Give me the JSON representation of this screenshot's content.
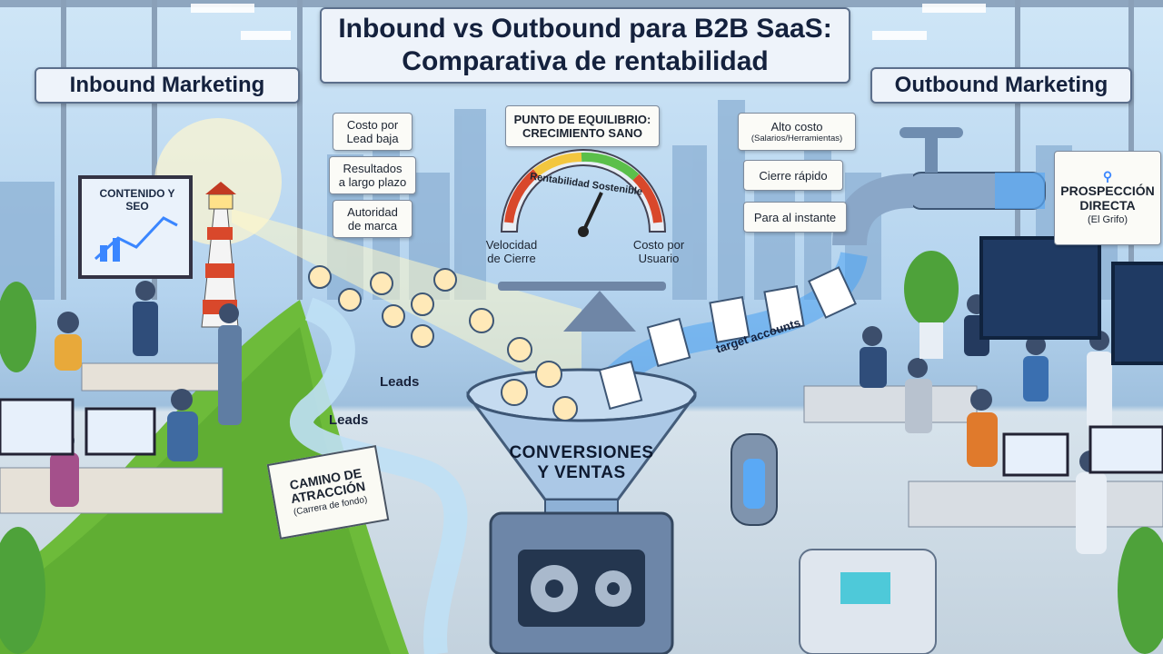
{
  "title": {
    "line1": "Inbound vs Outbound para B2B SaaS:",
    "line2": "Comparativa de rentabilidad"
  },
  "inbound": {
    "heading": "Inbound Marketing",
    "screen": "CONTENIDO Y SEO",
    "notes": [
      {
        "line1": "Costo por",
        "line2": "Lead baja"
      },
      {
        "line1": "Resultados",
        "line2": "a largo plazo"
      },
      {
        "line1": "Autoridad",
        "line2": "de marca"
      }
    ],
    "leads_labels": [
      "Leads",
      "Leads"
    ],
    "sign": {
      "line1": "CAMINO DE",
      "line2": "ATRACCIÓN",
      "sub": "(Carrera de fondo)"
    }
  },
  "outbound": {
    "heading": "Outbound Marketing",
    "notes": [
      {
        "line1": "Alto costo",
        "line2": "(Salarios/Herramientas)"
      },
      {
        "line1": "Cierre rápido"
      },
      {
        "line1": "Para al instante"
      }
    ],
    "screen": {
      "line1": "PROSPECCIÓN",
      "line2": "DIRECTA",
      "line3": "(El Grifo)"
    },
    "stream_label": "target accounts"
  },
  "balance": {
    "header": {
      "line1": "PUNTO DE EQUILIBRIO:",
      "line2": "CRECIMIENTO SANO"
    },
    "gauge_label": "Rentabilidad Sostenible",
    "left": {
      "line1": "Velocidad",
      "line2": "de Cierre"
    },
    "right": {
      "line1": "Costo por",
      "line2": "Usuario"
    }
  },
  "funnel": {
    "line1": "CONVERSIONES",
    "line2": "Y VENTAS"
  },
  "colors": {
    "label_bg": "#eef3fa",
    "accent_blue": "#3a86ff",
    "grass": "#6dbb3a",
    "lighthouse_red": "#d9482b"
  },
  "icons": [
    "lighthouse-icon",
    "faucet-icon",
    "funnel-icon",
    "gear-icon",
    "gauge-icon",
    "chart-icon",
    "person-icon",
    "document-icon"
  ]
}
